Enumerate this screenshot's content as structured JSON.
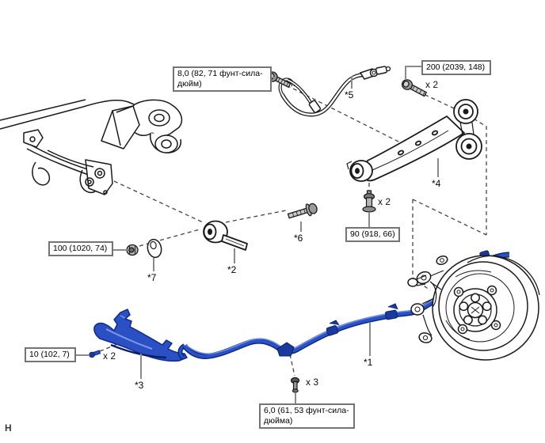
{
  "page": {
    "corner_letter": "H"
  },
  "colors": {
    "line_art": "#1a1a1a",
    "highlight_blue": "#2a50c4",
    "highlight_blue_dark": "#0c2576",
    "label_border": "#747474",
    "leader_gray": "#8a8a8a"
  },
  "torque_labels": {
    "t8": {
      "text": "8,0 (82, 71 фунт-сила-\nдюйм)"
    },
    "t200": {
      "text": "200 (2039, 148)",
      "qty": "x 2"
    },
    "t100": {
      "text": "100 (1020, 74)"
    },
    "t90": {
      "text": "90 (918, 66)",
      "qty": "x 2"
    },
    "t10": {
      "text": "10 (102, 7)",
      "qty": "x 2"
    },
    "t6": {
      "text": "6,0 (61, 53 фунт-сила-\nдюйма)",
      "qty": "x 3"
    }
  },
  "callouts": {
    "part1": "*1",
    "part2": "*2",
    "part3": "*3",
    "part4": "*4",
    "part5": "*5",
    "part6": "*6",
    "part7": "*7"
  }
}
